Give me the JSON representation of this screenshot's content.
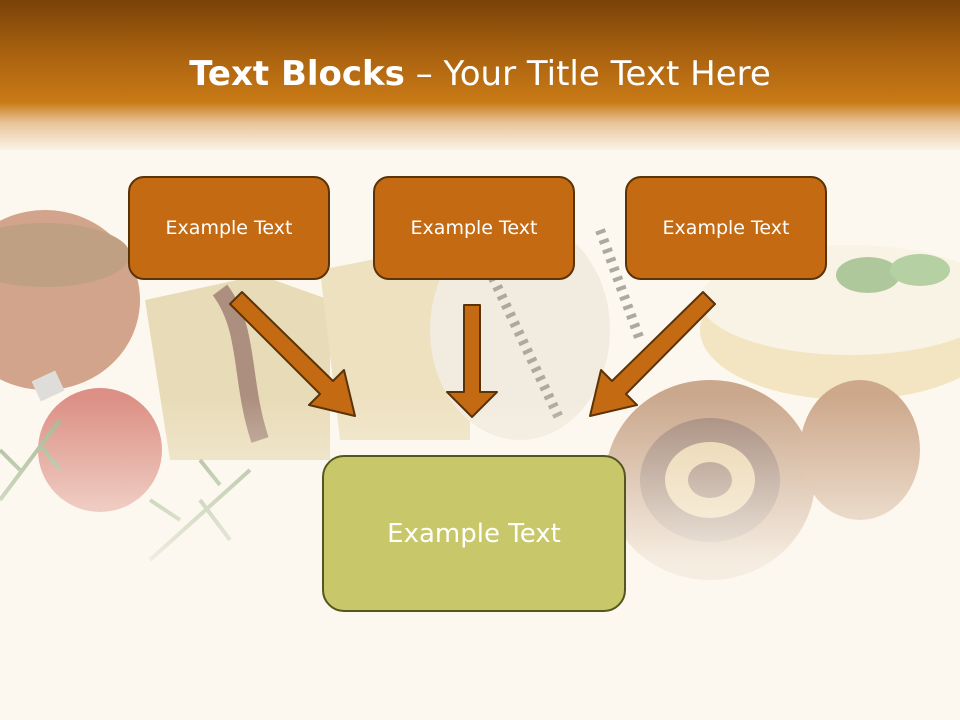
{
  "title": {
    "bold": "Text Blocks",
    "rest": " – Your Title Text Here"
  },
  "top_boxes": [
    {
      "label": "Example Text"
    },
    {
      "label": "Example Text"
    },
    {
      "label": "Example Text"
    }
  ],
  "bottom_box": {
    "label": "Example Text"
  },
  "colors": {
    "header_dark": "#7a4208",
    "header_mid": "#c97a16",
    "top_box_fill": "#c46a13",
    "top_box_border": "#5b3307",
    "bottom_box_fill": "#c8c86a",
    "bottom_box_border": "#55561f",
    "arrow_fill": "#c46a13",
    "arrow_stroke": "#5b3307"
  }
}
